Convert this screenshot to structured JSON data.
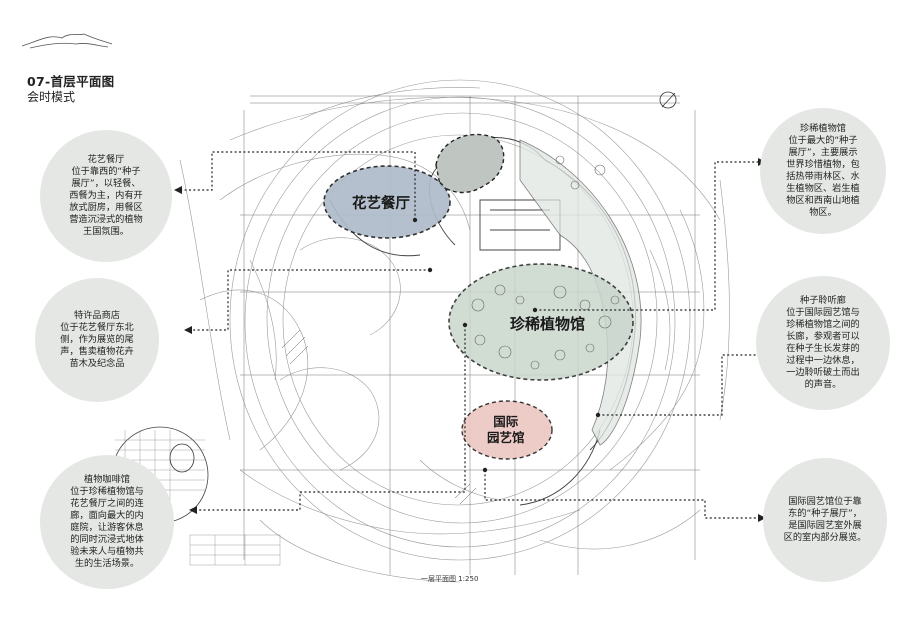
{
  "header": {
    "title": "07-首层平面图",
    "subtitle": "会时模式"
  },
  "zones": {
    "flower_restaurant": "花艺餐厅",
    "rare_plants": "珍稀植物馆",
    "garden_hall_line1": "国际",
    "garden_hall_line2": "园艺馆"
  },
  "notes": {
    "flower_restaurant": [
      "花艺餐厅",
      "位于靠西的“种子",
      "展厅”，以轻餐、",
      "西餐为主，内有开",
      "放式厨房，用餐区",
      "营造沉浸式的植物",
      "王国氛围。"
    ],
    "shop": [
      "特许品商店",
      "位于花艺餐厅东北",
      "侧，作为展览的尾",
      "声，售卖植物花卉",
      "苗木及纪念品"
    ],
    "cafe": [
      "植物咖啡馆",
      "位于珍稀植物馆与",
      "花艺餐厅之间的连",
      "廊，面向最大的内",
      "庭院，让游客休息",
      "的同时沉浸式地体",
      "验未来人与植物共",
      "生的生活场景。"
    ],
    "rare_plants": [
      "珍稀植物馆",
      "位于最大的“种子",
      "展厅”，主要展示",
      "世界珍惜植物，包",
      "括热带雨林区、水",
      "生植物区、岩生植",
      "物区和西南山地植",
      "物区。"
    ],
    "listening_corridor": [
      "种子聆听廊",
      "位于国际园艺馆与",
      "珍稀植物馆之间的",
      "长廊，参观者可以",
      "在种子生长发芽的",
      "过程中一边休息，",
      "一边聆听破土而出",
      "的声音。"
    ],
    "garden_hall": [
      "国际园艺馆位于靠",
      "东的“种子展厅”，",
      "是国际园艺室外展",
      "区的室内部分展览。"
    ]
  },
  "plan_caption": "一层平面图 1:250",
  "colors": {
    "restaurant_fill": "#aebbc9",
    "rare_fill": "#c9d6cc",
    "garden_fill": "#ecc7c1",
    "dark_zone_fill": "#bfc6c2",
    "bubble_fill": "#e4e7e4",
    "leader_line": "#222222"
  }
}
